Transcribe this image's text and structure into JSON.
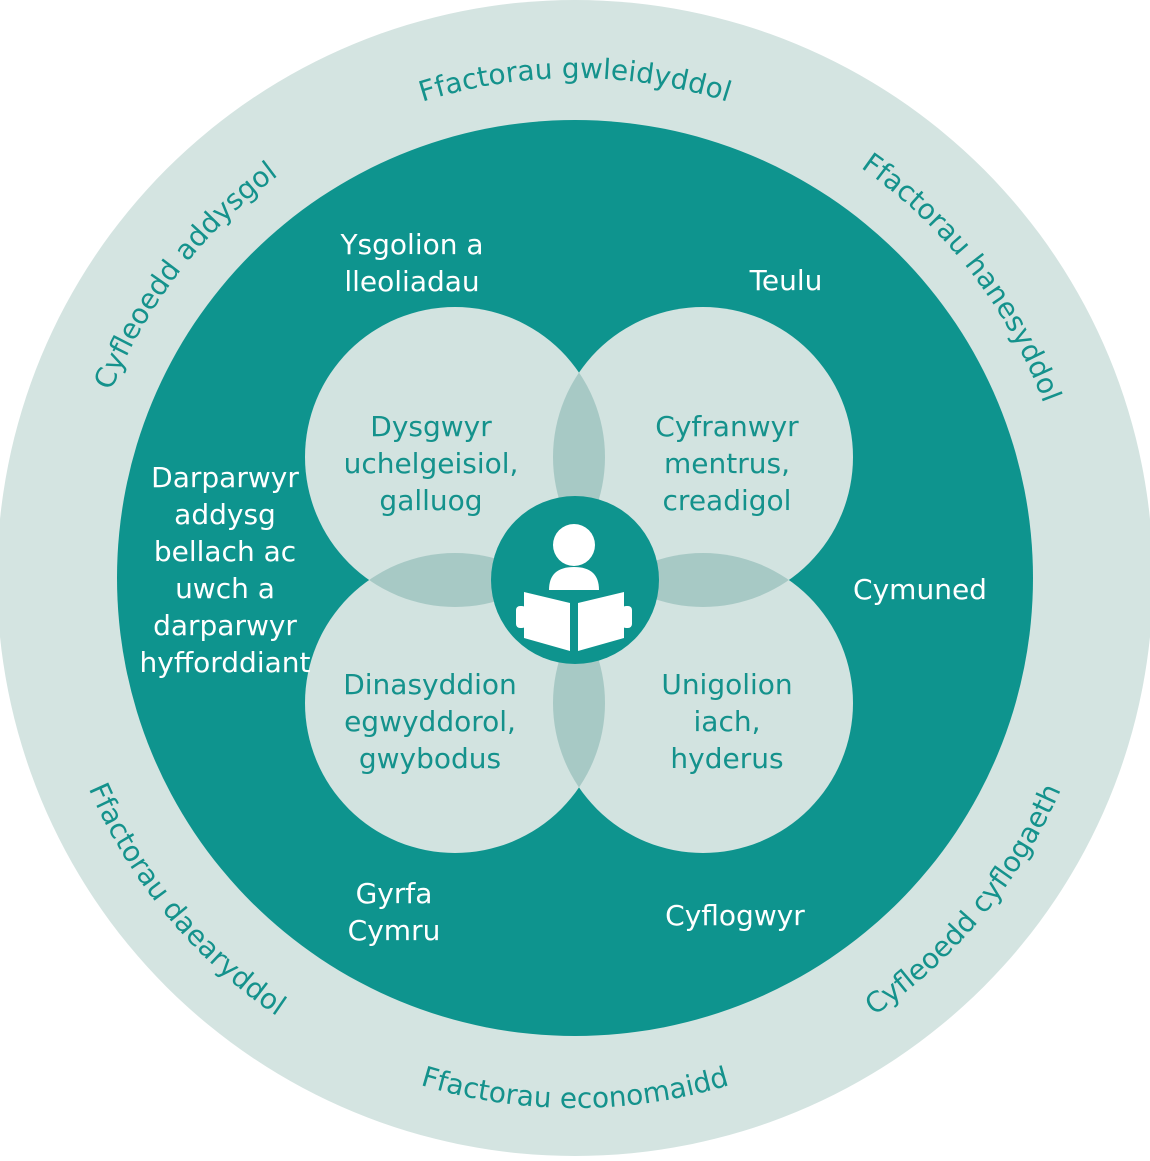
{
  "colors": {
    "outer_ring": "#d4e4e1",
    "inner_disc": "#0e948e",
    "petal": "#d2e3e0",
    "petal_overlap": "#a7c9c5",
    "text_teal": "#14928c",
    "text_white": "#ffffff"
  },
  "outer_ring": {
    "top": "Ffactorau gwleidyddol",
    "top_right": "Ffactorau hanesyddol",
    "bottom_right": "Cyfleoedd cyflogaeth",
    "bottom": "Ffactorau economaidd",
    "bottom_left": "Ffactorau daearyddol",
    "top_left": "Cyfleoedd addysgol"
  },
  "inner_ring": {
    "schools": "Ysgolion a\nlleoliadau",
    "family": "Teulu",
    "community": "Cymuned",
    "employers": "Cyflogwyr",
    "careers": "Gyrfa\nCymru",
    "providers": "Darparwyr\naddysg\nbellach ac\nuwch a\ndarparwyr\nhyfforddiant"
  },
  "purposes": {
    "top_left": "Dysgwyr\nuchelgeisiol,\ngalluog",
    "top_right": "Cyfranwyr\nmentrus,\ncreadigol",
    "bottom_left": "Dinasyddion\negwyddorol,\ngwybodus",
    "bottom_right": "Unigolion\niach,\nhyderus"
  },
  "center_icon": "learner-reading-book-icon"
}
